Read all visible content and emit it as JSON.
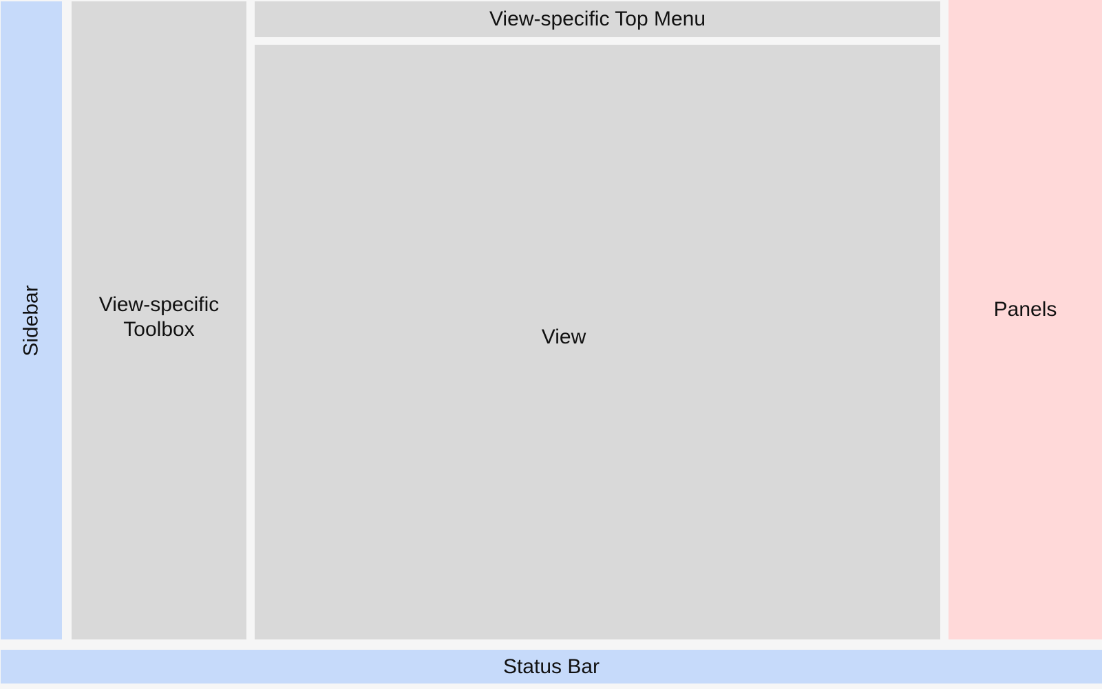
{
  "regions": {
    "sidebar": {
      "label": "Sidebar",
      "color": "#c6dafa"
    },
    "toolbox": {
      "label": "View-specific\nToolbox",
      "color": "#d9d9d9"
    },
    "top_menu": {
      "label": "View-specific Top Menu",
      "color": "#d9d9d9"
    },
    "view": {
      "label": "View",
      "color": "#d9d9d9"
    },
    "panels": {
      "label": "Panels",
      "color": "#ffd9d9"
    },
    "status_bar": {
      "label": "Status Bar",
      "color": "#c6dafa"
    }
  },
  "background_color": "#f6f6f6"
}
